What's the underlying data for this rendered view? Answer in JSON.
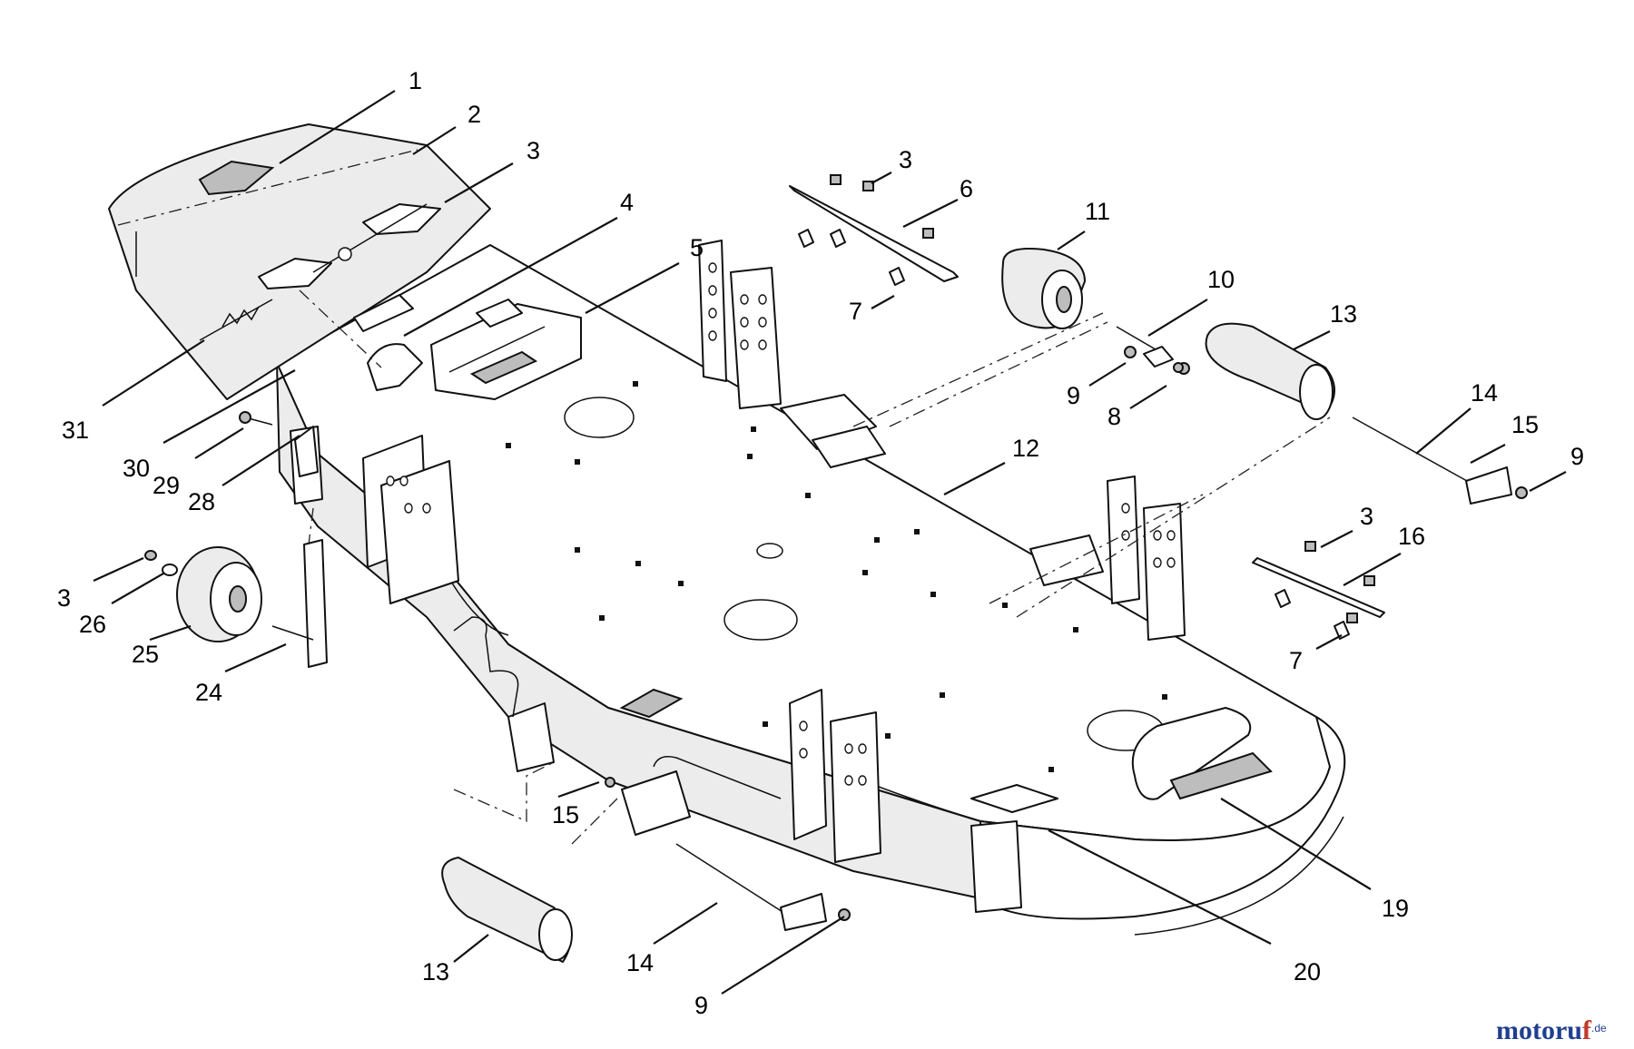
{
  "callouts": [
    {
      "label": "1"
    },
    {
      "label": "2"
    },
    {
      "label": "3"
    },
    {
      "label": "4"
    },
    {
      "label": "5"
    },
    {
      "label": "3"
    },
    {
      "label": "6"
    },
    {
      "label": "11"
    },
    {
      "label": "7"
    },
    {
      "label": "10"
    },
    {
      "label": "13"
    },
    {
      "label": "9"
    },
    {
      "label": "8"
    },
    {
      "label": "14"
    },
    {
      "label": "15"
    },
    {
      "label": "9"
    },
    {
      "label": "12"
    },
    {
      "label": "3"
    },
    {
      "label": "16"
    },
    {
      "label": "7"
    },
    {
      "label": "31"
    },
    {
      "label": "30"
    },
    {
      "label": "29"
    },
    {
      "label": "28"
    },
    {
      "label": "3"
    },
    {
      "label": "26"
    },
    {
      "label": "25"
    },
    {
      "label": "24"
    },
    {
      "label": "15"
    },
    {
      "label": "13"
    },
    {
      "label": "14"
    },
    {
      "label": "9"
    },
    {
      "label": "20"
    },
    {
      "label": "19"
    }
  ],
  "watermark": {
    "brand": "motoruf",
    "brand_a": "motoru",
    "brand_b": "f",
    "tld": ".de"
  }
}
